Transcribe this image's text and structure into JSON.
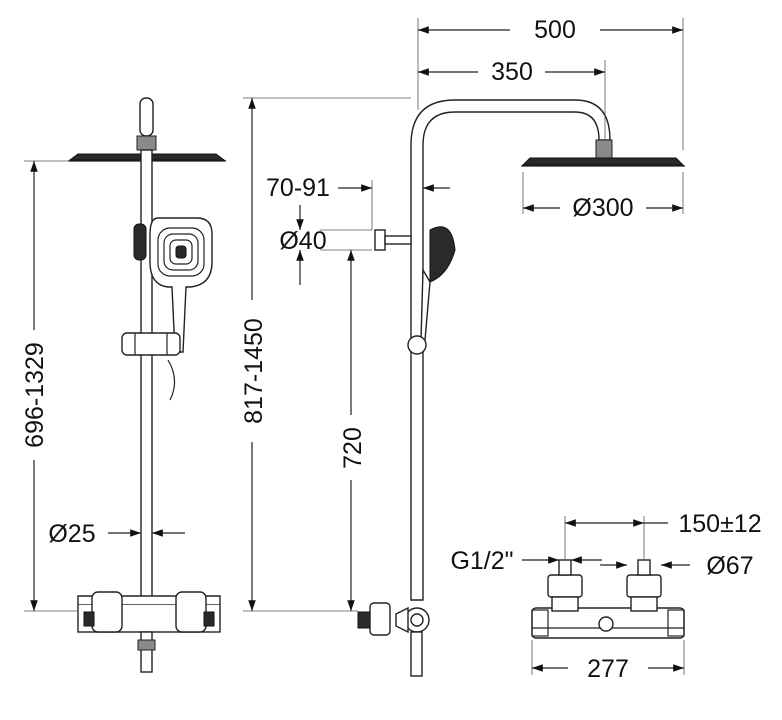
{
  "dimensions": {
    "head_reach": "500",
    "arm_reach": "350",
    "head_diameter": "Ø300",
    "wall_offset": "70-91",
    "bracket_diameter": "Ø40",
    "left_height": "696-1329",
    "total_height": "817-1450",
    "mixer_height": "720",
    "rail_diameter": "Ø25",
    "inlet_center": "150±12",
    "thread": "G1/2\"",
    "flange_diameter": "Ø67",
    "mixer_width": "277"
  }
}
